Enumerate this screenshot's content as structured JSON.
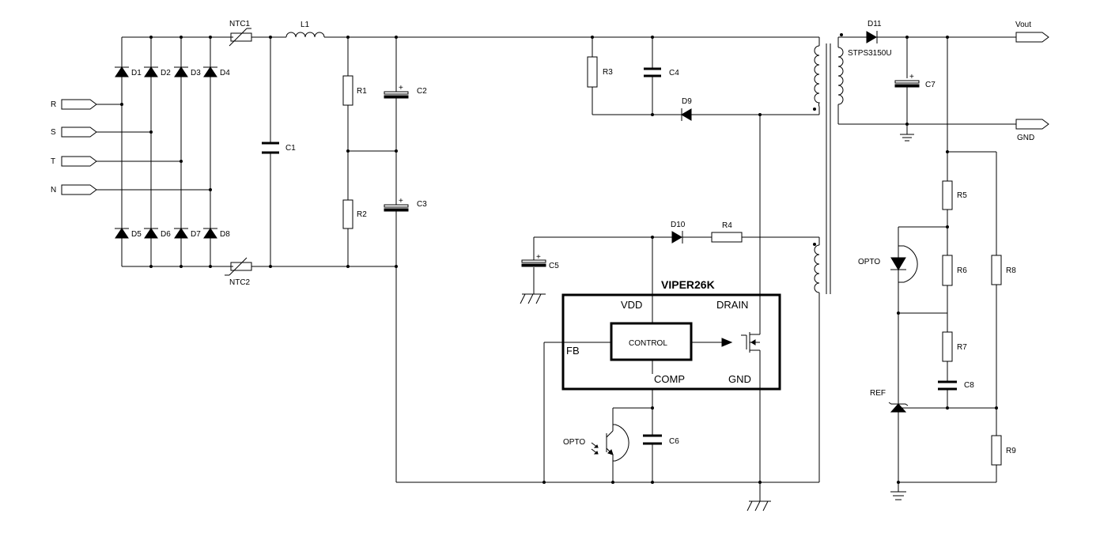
{
  "inputs": [
    "R",
    "S",
    "T",
    "N"
  ],
  "outputs": {
    "vout": "Vout",
    "gnd": "GND"
  },
  "diodes": [
    "D1",
    "D2",
    "D3",
    "D4",
    "D5",
    "D6",
    "D7",
    "D8",
    "D9",
    "D10",
    "D11"
  ],
  "d11_part": "STPS3150U",
  "thermistors": [
    "NTC1",
    "NTC2"
  ],
  "inductor": "L1",
  "capacitors": [
    "C1",
    "C2",
    "C3",
    "C4",
    "C5",
    "C6",
    "C7",
    "C8"
  ],
  "resistors": [
    "R1",
    "R2",
    "R3",
    "R4",
    "R5",
    "R6",
    "R7",
    "R8",
    "R9"
  ],
  "ic": {
    "name": "VIPER26K",
    "control": "CONTROL",
    "pins": {
      "vdd": "VDD",
      "drain": "DRAIN",
      "fb": "FB",
      "comp": "COMP",
      "gnd": "GND"
    }
  },
  "opto_labels": [
    "OPTO",
    "OPTO"
  ],
  "ref_label": "REF"
}
